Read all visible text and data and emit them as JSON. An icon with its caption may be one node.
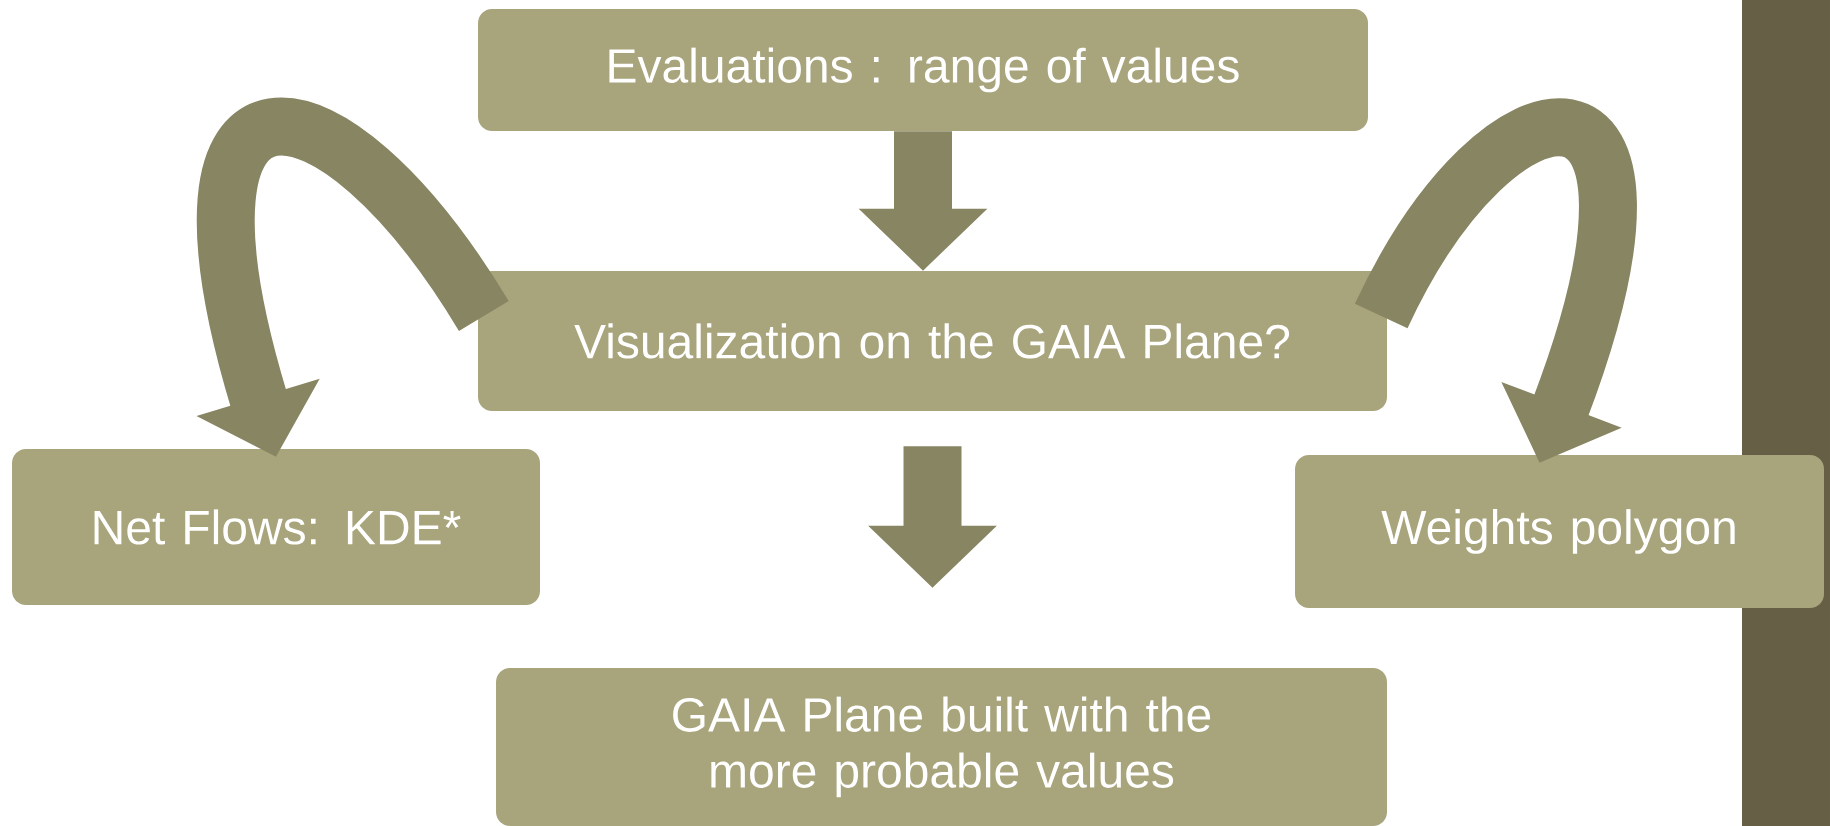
{
  "diagram": {
    "nodes": [
      {
        "text": [
          "Evaluations : range of values"
        ]
      },
      {
        "text": [
          "Visualization on the GAIA Plane?"
        ]
      },
      {
        "text": [
          "Net Flows: KDE*"
        ]
      },
      {
        "text": [
          "Weights polygon"
        ]
      },
      {
        "text": [
          "GAIA Plane built with the more probable values"
        ]
      }
    ],
    "edges": [
      {
        "from": 0,
        "to": 1,
        "arrow": "to"
      },
      {
        "from": 1,
        "to": 2,
        "arrow": "to"
      },
      {
        "from": 1,
        "to": 3,
        "arrow": "to"
      },
      {
        "from": 1,
        "to": 4,
        "arrow": "to"
      }
    ]
  }
}
